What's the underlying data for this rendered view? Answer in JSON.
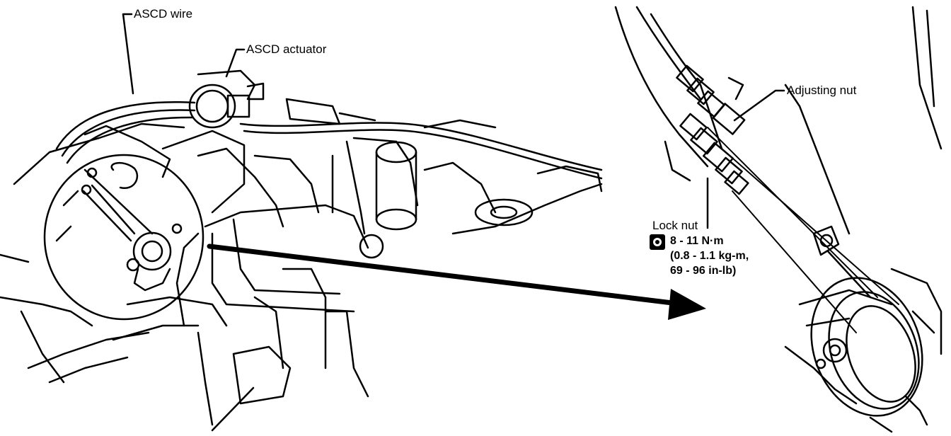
{
  "labels": {
    "ascd_wire": "ASCD wire",
    "ascd_actuator": "ASCD actuator",
    "adjusting_nut": "Adjusting nut",
    "lock_nut": "Lock nut"
  },
  "torque": {
    "icon": "torque-wrench-icon",
    "line1": "8 - 11 N·m",
    "line2": "(0.8 - 1.1 kg-m,",
    "line3": "69 - 96 in-lb)"
  }
}
